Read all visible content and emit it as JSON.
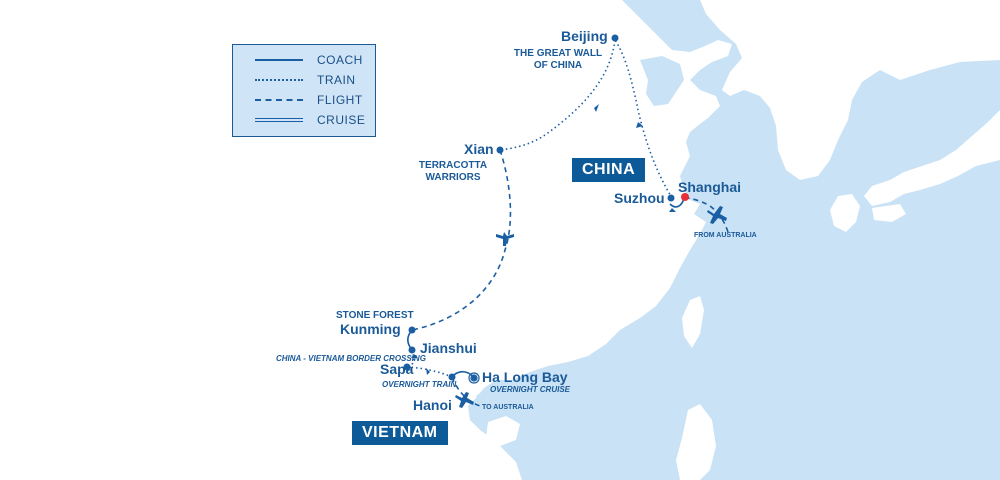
{
  "legend": {
    "coach": "COACH",
    "train": "TRAIN",
    "flight": "FLIGHT",
    "cruise": "CRUISE"
  },
  "countries": {
    "china": "CHINA",
    "vietnam": "VIETNAM"
  },
  "cities": {
    "beijing": "Beijing",
    "xian": "Xian",
    "suzhou": "Suzhou",
    "shanghai": "Shanghai",
    "kunming": "Kunming",
    "jianshui": "Jianshui",
    "sapa": "Sapa",
    "ha_long_bay": "Ha Long Bay",
    "hanoi": "Hanoi"
  },
  "annotations": {
    "great_wall_1": "THE GREAT WALL",
    "great_wall_2": "OF CHINA",
    "terracotta_1": "TERRACOTTA",
    "terracotta_2": "WARRIORS",
    "stone_forest": "STONE FOREST",
    "border_crossing": "CHINA - VIETNAM BORDER CROSSING",
    "overnight_train": "OVERNIGHT TRAIN",
    "overnight_cruise": "OVERNIGHT CRUISE",
    "from_australia": "FROM AUSTRALIA",
    "to_australia": "TO AUSTRALIA"
  },
  "colors": {
    "water": "#c9e2f5",
    "land": "#ffffff",
    "route": "#1a5fa3",
    "highlight": "#e8303a"
  }
}
